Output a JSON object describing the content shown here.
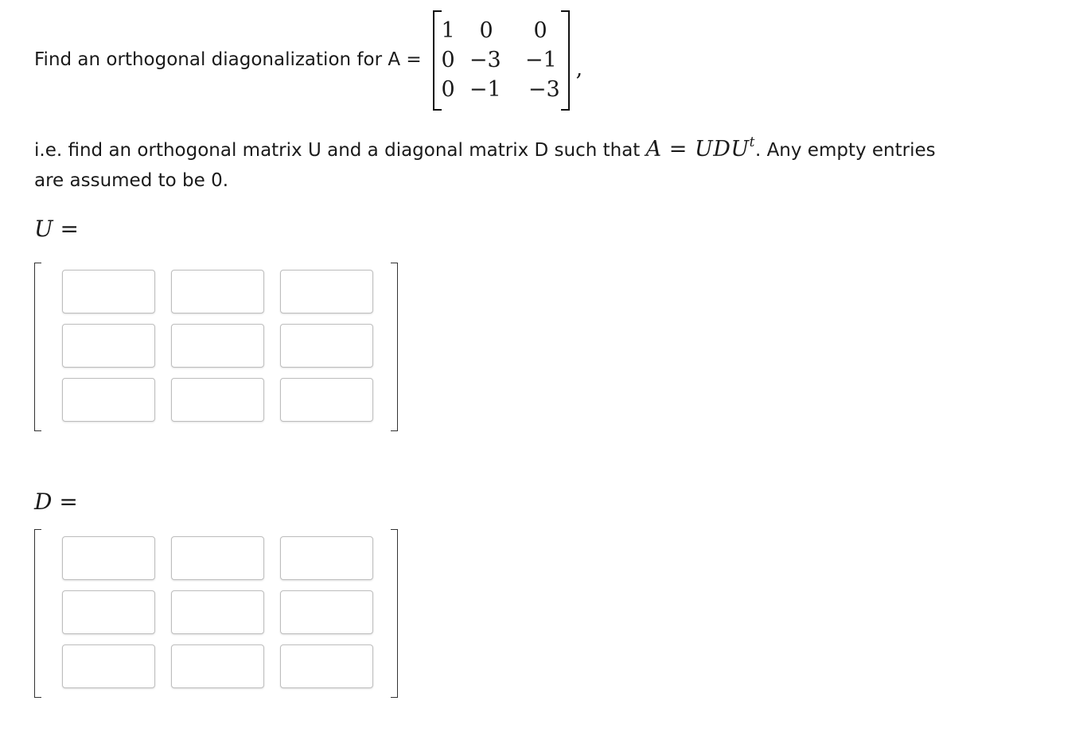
{
  "question": {
    "intro_text": "Find an orthogonal diagonalization for A =",
    "matrix_A": [
      [
        "1",
        "0",
        "0"
      ],
      [
        "0",
        "−3",
        "−1"
      ],
      [
        "0",
        "−1",
        "−3"
      ]
    ],
    "matrix_A_trailing": ",",
    "explanation_before": "i.e. find an orthogonal matrix U and a diagonal matrix D such that ",
    "equation": {
      "lhs": "A",
      "eq": " = ",
      "rhs": "UDU",
      "superscript": "t"
    },
    "explanation_after": ". Any empty entries",
    "explanation_line2": "are assumed to be 0."
  },
  "U": {
    "label_var": "U",
    "label_eq": " =",
    "entries": [
      [
        "",
        "",
        ""
      ],
      [
        "",
        "",
        ""
      ],
      [
        "",
        "",
        ""
      ]
    ]
  },
  "D": {
    "label_var": "D",
    "label_eq": " =",
    "entries": [
      [
        "",
        "",
        ""
      ],
      [
        "",
        "",
        ""
      ],
      [
        "",
        "",
        ""
      ]
    ]
  }
}
